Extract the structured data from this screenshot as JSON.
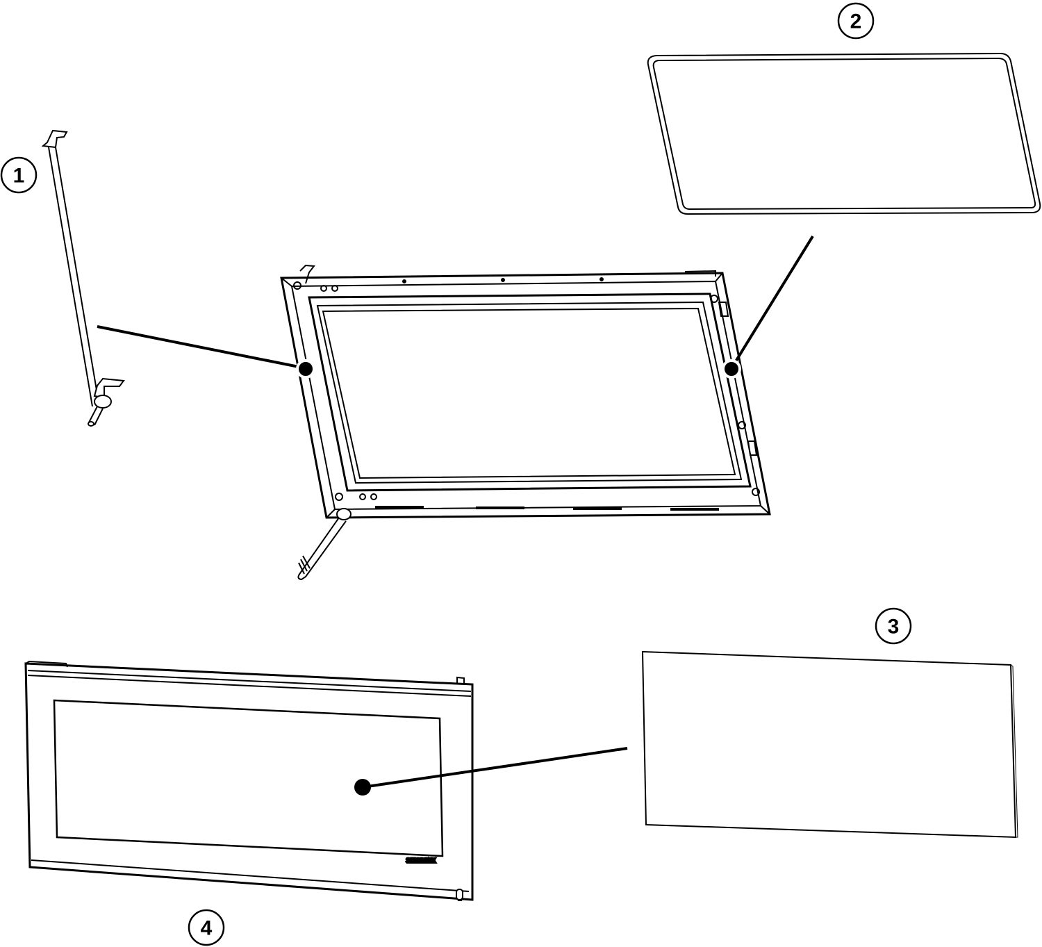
{
  "diagram": {
    "callouts": [
      {
        "number": "1",
        "part": "door-handle-rod"
      },
      {
        "number": "2",
        "part": "glass-gasket-seal"
      },
      {
        "number": "3",
        "part": "glass-panel"
      },
      {
        "number": "4",
        "part": "door-front-frame"
      }
    ],
    "logo": "STOVAX",
    "colors": {
      "line": "#000000",
      "background": "#ffffff"
    }
  }
}
